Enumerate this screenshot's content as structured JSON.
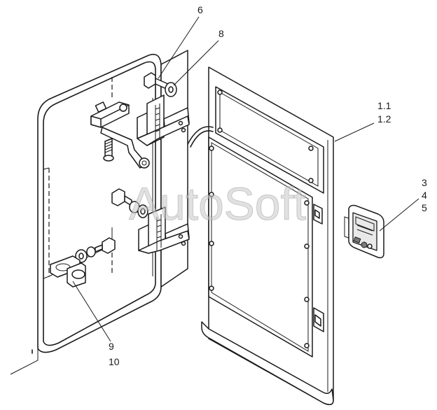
{
  "watermark": "AutoSoft",
  "callouts": {
    "c6": "6",
    "c8": "8",
    "c1_1": "1.1",
    "c1_2": "1.2",
    "c3": "3",
    "c4": "4",
    "c5": "5",
    "c9": "9",
    "c10": "10"
  },
  "colors": {
    "line": "#1a1a1a",
    "background": "#ffffff",
    "watermark": "#c8c8c8"
  }
}
